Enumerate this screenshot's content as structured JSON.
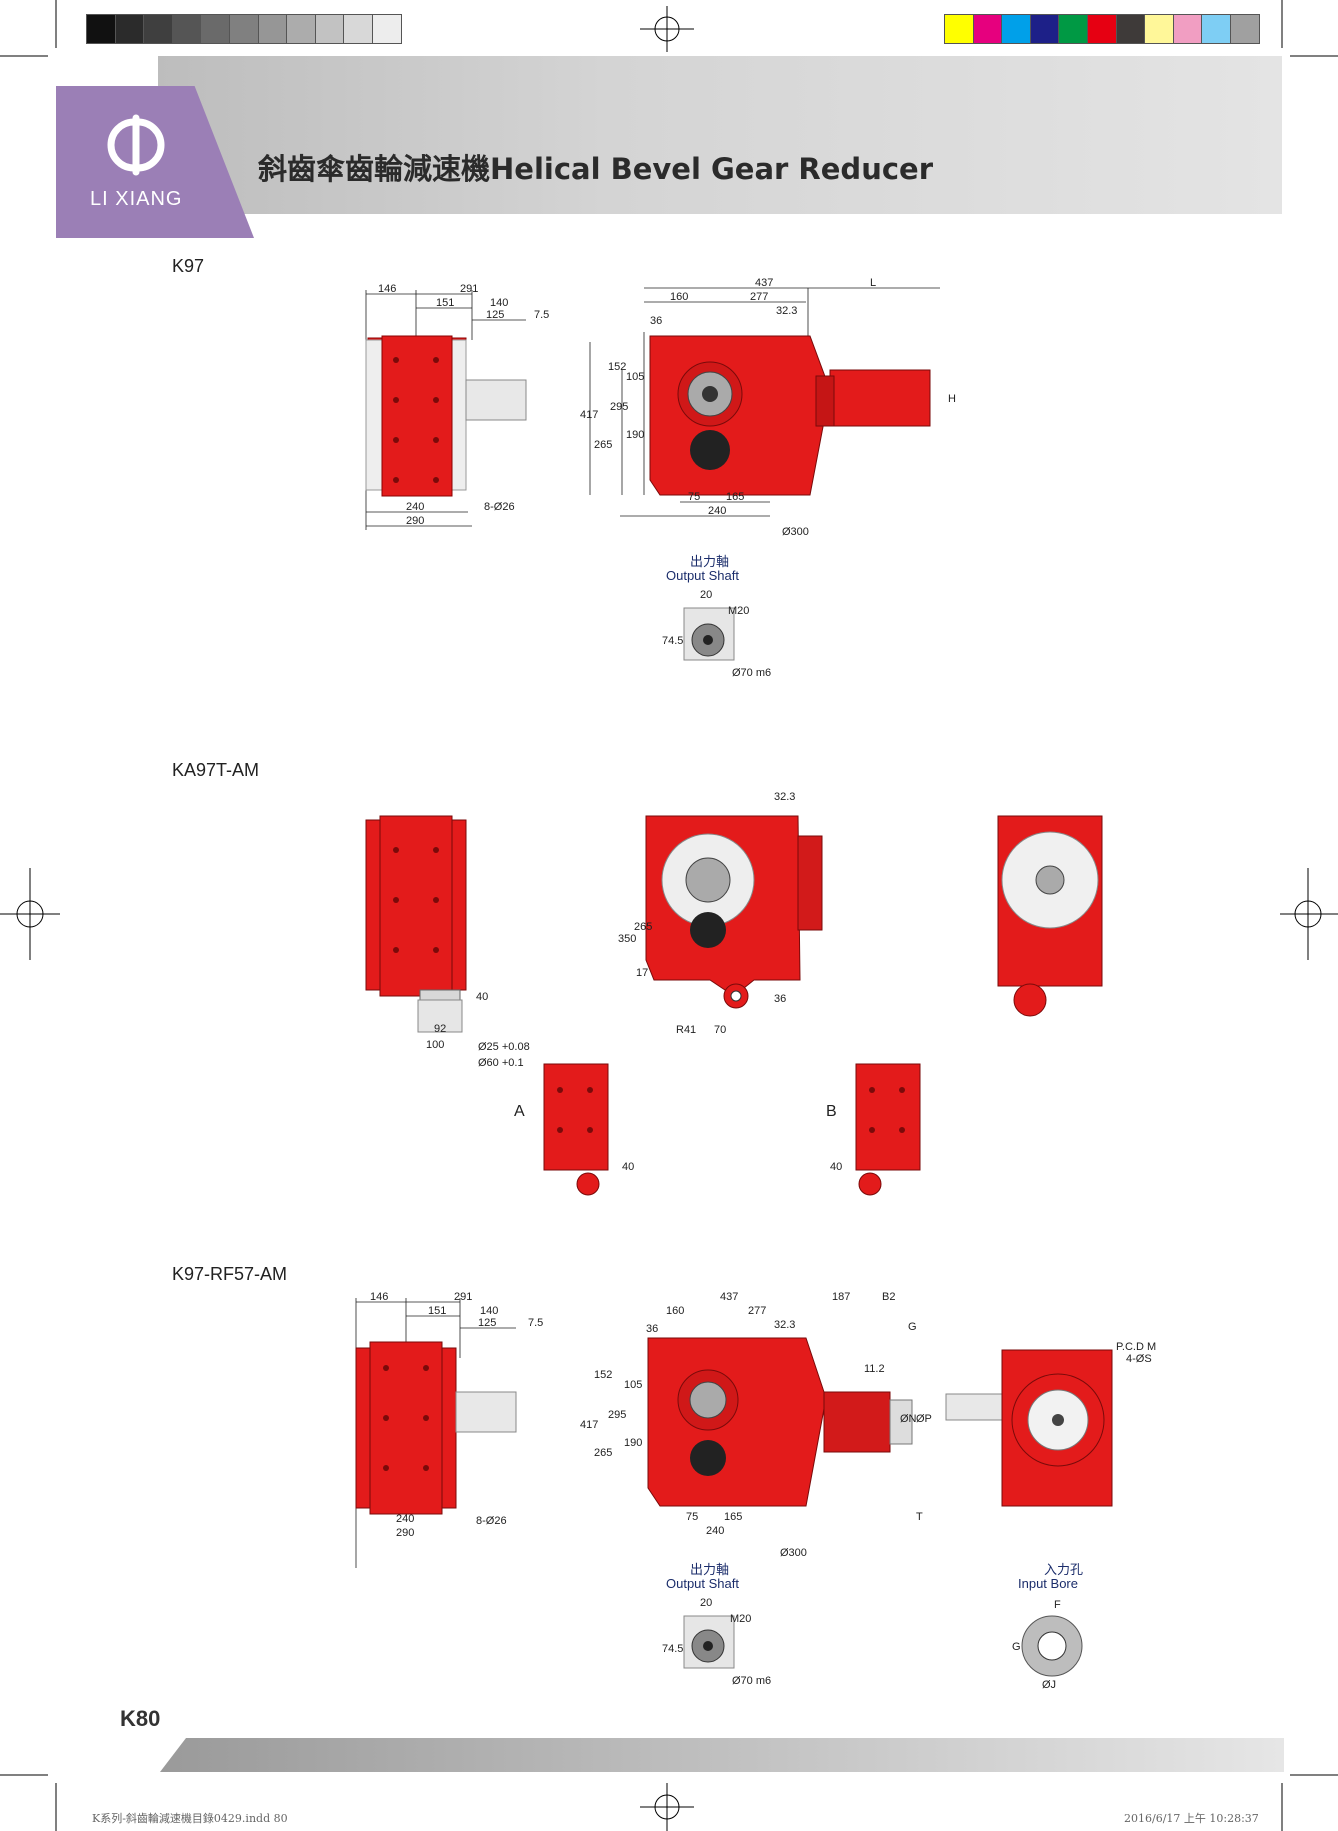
{
  "header": {
    "brand": "LI XIANG",
    "title": "斜齒傘齒輪減速機Helical Bevel Gear Reducer"
  },
  "colors": {
    "gray_bar": [
      "#111111",
      "#2b2b2b",
      "#3f3f3f",
      "#555555",
      "#6a6a6a",
      "#808080",
      "#969696",
      "#acacac",
      "#c2c2c2",
      "#d8d8d8",
      "#ededed"
    ],
    "color_bar": [
      "#ffff00",
      "#e6007e",
      "#00a0e9",
      "#1d2088",
      "#009944",
      "#e60012",
      "#3e3a39",
      "#fff799",
      "#f19ec2",
      "#7ecef4",
      "#a0a0a0"
    ],
    "logo": "#9b7fb6",
    "gear_red": "#e31b1b"
  },
  "sections": [
    {
      "label": "K97"
    },
    {
      "label": "KA97T-AM"
    },
    {
      "label": "K97-RF57-AM"
    }
  ],
  "k97": {
    "side_dims": [
      "146",
      "291",
      "151",
      "140",
      "125",
      "7.5",
      "240",
      "290",
      "8-Ø26"
    ],
    "front_dims": [
      "437",
      "L",
      "160",
      "277",
      "36",
      "32.3",
      "152",
      "105",
      "295",
      "417",
      "190",
      "265",
      "75",
      "165",
      "240",
      "Ø300",
      "H"
    ],
    "shaft_title_cn": "出力軸",
    "shaft_title_en": "Output Shaft",
    "shaft_dims": [
      "20",
      "M20",
      "74.5",
      "Ø70 m6"
    ]
  },
  "ka97": {
    "dims": [
      "40",
      "92",
      "100",
      "Ø25 +0.08",
      "Ø60 +0.1",
      "32.3",
      "350",
      "265",
      "17",
      "R41",
      "70",
      "36"
    ],
    "view_a": "A",
    "view_b": "B",
    "view_dim": "40"
  },
  "k97rf": {
    "side_dims": [
      "146",
      "291",
      "151",
      "140",
      "125",
      "7.5",
      "240",
      "290",
      "8-Ø26"
    ],
    "front_dims": [
      "437",
      "187",
      "B2",
      "160",
      "277",
      "36",
      "32.3",
      "G",
      "11.2",
      "152",
      "105",
      "295",
      "417",
      "190",
      "265",
      "ØN",
      "ØP",
      "75",
      "165",
      "240",
      "Ø300",
      "T"
    ],
    "pcd": "P.C.D M",
    "holes": "4-ØS",
    "shaft_title_cn": "出力軸",
    "shaft_title_en": "Output Shaft",
    "shaft_dims": [
      "20",
      "M20",
      "74.5",
      "Ø70 m6"
    ],
    "bore_title_cn": "入力孔",
    "bore_title_en": "Input Bore",
    "bore_dims": [
      "F",
      "G",
      "ØJ"
    ]
  },
  "footer": {
    "page": "K80",
    "file": "K系列-斜齒輪減速機目錄0429.indd   80",
    "timestamp": "2016/6/17   上午 10:28:37"
  }
}
